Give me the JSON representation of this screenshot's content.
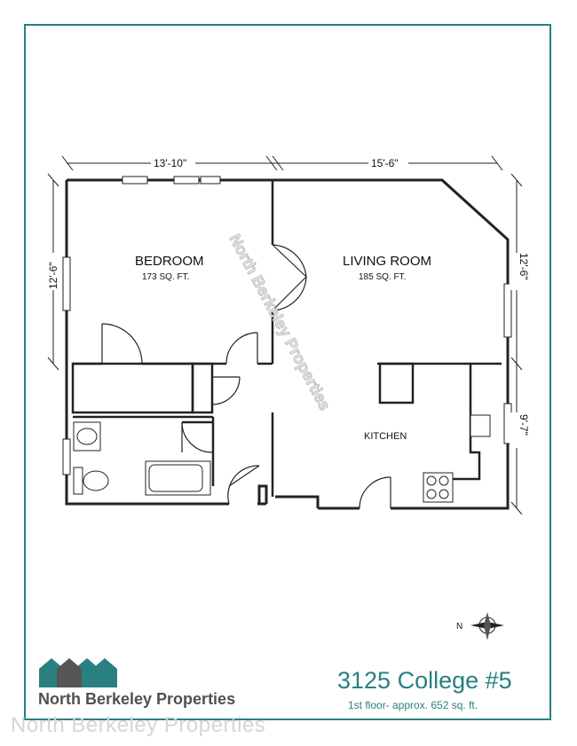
{
  "plan": {
    "rooms": {
      "bedroom": {
        "name": "BEDROOM",
        "area": "173 SQ. FT."
      },
      "living": {
        "name": "LIVING ROOM",
        "area": "185 SQ. FT."
      },
      "kitchen": {
        "name": "KITCHEN"
      }
    },
    "dimensions": {
      "top_left": "13'-10\"",
      "top_right": "15'-6\"",
      "left": "12'-6\"",
      "right_upper": "12'-6\"",
      "right_lower": "9'-7\""
    },
    "compass_label": "N",
    "diagonal_watermark": "North Berkeley Properties"
  },
  "footer": {
    "title": "3125 College #5",
    "subtitle": "1st floor- approx. 652 sq. ft.",
    "brand": "North Berkeley Properties",
    "watermark": "North Berkeley Properties"
  },
  "colors": {
    "accent": "#2a7f80",
    "logo_teal": "#2a7f80",
    "logo_gray": "#555555",
    "wall": "#222222"
  }
}
